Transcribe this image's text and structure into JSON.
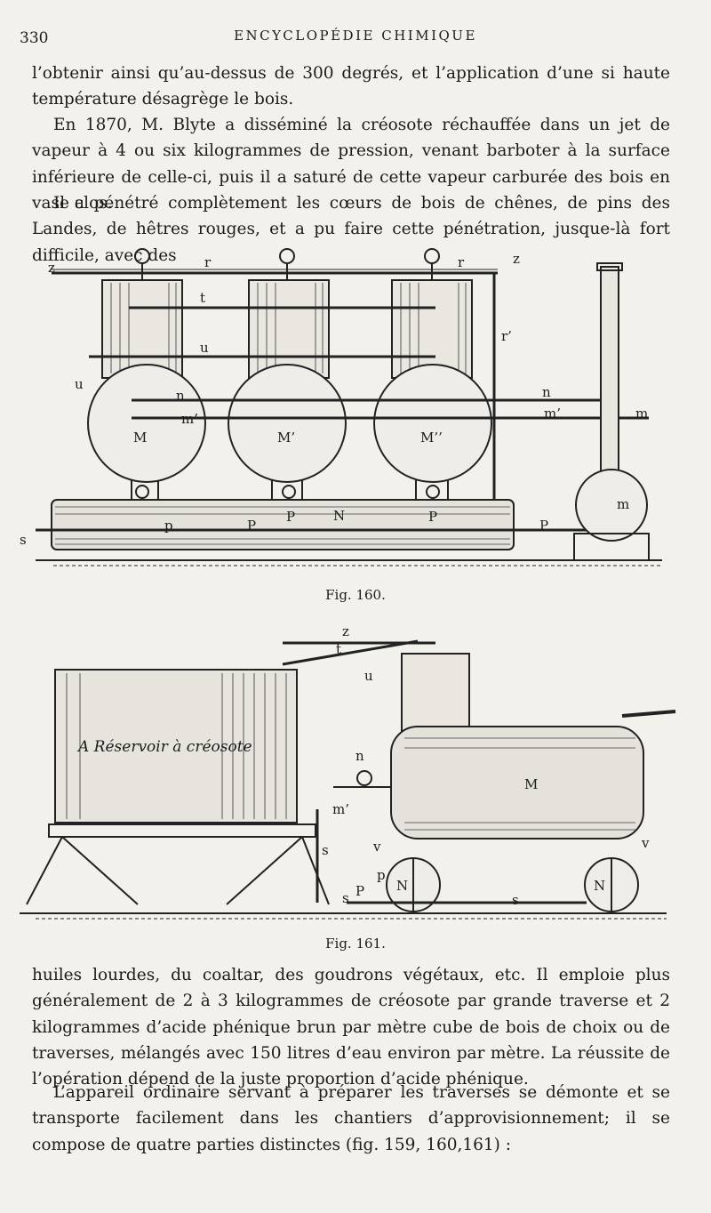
{
  "header": {
    "page_number": "330",
    "running_title": "ENCYCLOPÉDIE CHIMIQUE"
  },
  "paragraphs": [
    "l’obtenir ainsi qu’au-dessus de 300 degrés, et l’application d’une si haute température désagrège le bois.",
    "En 1870, M. Blyte a disséminé la créosote réchauffée dans un jet de vapeur à 4 ou six kilogrammes de pression, venant barboter à la surface inférieure de celle-ci, puis il a saturé de cette vapeur carburée des bois en vase clos.",
    "Il a pénétré complètement les cœurs de bois de chênes, de pins des Landes, de hêtres rouges, et a pu faire cette pénétration, jusque-là fort difficile, avec des",
    "huiles lourdes, du coaltar, des goudrons végétaux, etc. Il emploie plus généralement de 2 à 3 kilogrammes de créosote par grande traverse et 2 kilogrammes d’acide phénique brun par mètre cube de bois de choix ou de traverses, mélangés avec 150 litres d’eau environ par mètre. La réussite de l’opération dépend de la juste proportion d’acide phénique.",
    "L’appareil ordinaire servant à préparer les traverses se démonte et se transporte facilement dans les chantiers d’approvisionnement; il se compose de quatre parties distinctes (fig. 159, 160,161) :"
  ],
  "figures": {
    "fig160": {
      "caption": "Fig. 160.",
      "labels": {
        "z": "z",
        "r": "r",
        "r_prime": "r’",
        "t": "t",
        "u": "u",
        "n": "n",
        "m_prime": "m’",
        "m": "m",
        "M": "M",
        "M_prime": "M’",
        "M_second": "M’’",
        "N": "N",
        "P": "P",
        "p": "p",
        "s": "s"
      }
    },
    "fig161": {
      "caption": "Fig. 161.",
      "labels": {
        "reservoir": "A Réservoir à créosote",
        "z": "z",
        "t": "t",
        "u": "u",
        "n": "n",
        "M": "M",
        "m_prime": "m’",
        "s": "s",
        "v": "v",
        "p": "p",
        "P": "P",
        "N": "N"
      }
    }
  }
}
